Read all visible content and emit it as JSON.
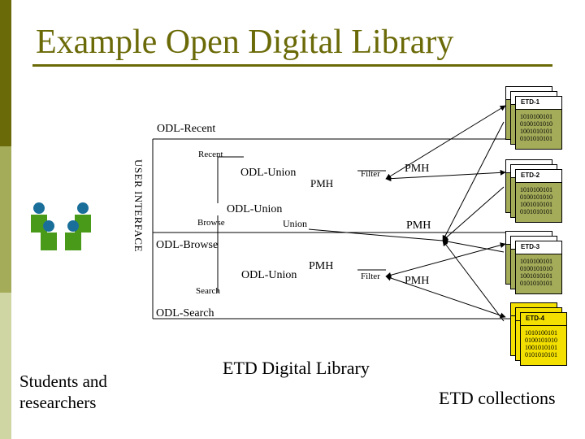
{
  "slide": {
    "title": "Example Open Digital Library"
  },
  "labels": {
    "odl_recent": "ODL-Recent",
    "recent": "Recent",
    "odl_union_top": "ODL-Union",
    "pmh_1": "PMH",
    "filter_1": "Filter",
    "pmh_right_1": "PMH",
    "odl_union_mid": "ODL-Union",
    "browse": "Browse",
    "union": "Union",
    "pmh_right_2": "PMH",
    "odl_browse": "ODL-Browse",
    "odl_union_bottom": "ODL-Union",
    "pmh_2": "PMH",
    "filter_2": "Filter",
    "pmh_right_3": "PMH",
    "search": "Search",
    "odl_search": "ODL-Search",
    "user_interface": "USER INTERFACE",
    "students": "Students and researchers",
    "etd_digital_library": "ETD Digital Library",
    "etd_collections": "ETD collections"
  },
  "collections": [
    {
      "name": "ETD-1",
      "bits": [
        "1010100101",
        "0100101010",
        "1001010101",
        "0101010101"
      ],
      "color": "#a4ac5a"
    },
    {
      "name": "ETD-2",
      "bits": [
        "1010100101",
        "0100101010",
        "1001010101",
        "0101010101"
      ],
      "color": "#a4ac5a"
    },
    {
      "name": "ETD-3",
      "bits": [
        "1010100101",
        "0100101010",
        "1001010101",
        "0101010101"
      ],
      "color": "#a4ac5a"
    },
    {
      "name": "ETD-4",
      "bits": [
        "1010100101",
        "0100101010",
        "1001010101",
        "0101010101"
      ],
      "color": "#f3e000"
    }
  ],
  "colors": {
    "accent": "#6b6a08",
    "sidebar_mid": "#a4ac5a",
    "sidebar_light": "#cfd6a4",
    "person_blue": "#1a6f9a",
    "person_green": "#4a9a1a"
  }
}
